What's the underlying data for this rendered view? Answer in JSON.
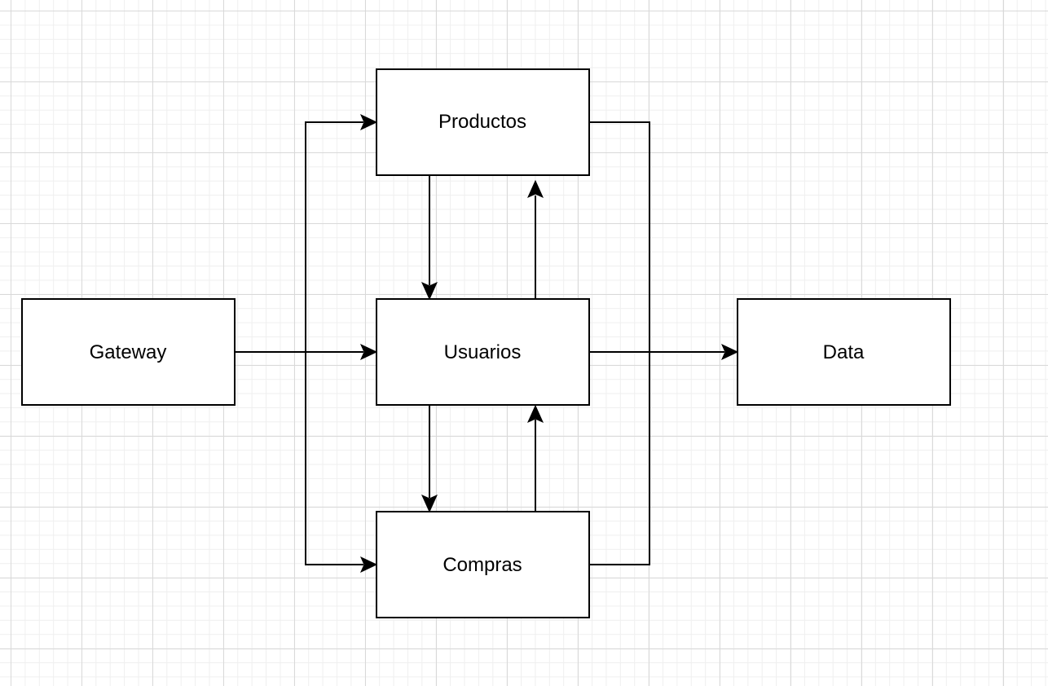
{
  "diagram": {
    "nodes": {
      "gateway": "Gateway",
      "productos": "Productos",
      "usuarios": "Usuarios",
      "compras": "Compras",
      "data": "Data"
    },
    "edges": [
      {
        "from": "gateway",
        "to": "productos"
      },
      {
        "from": "gateway",
        "to": "usuarios"
      },
      {
        "from": "gateway",
        "to": "compras"
      },
      {
        "from": "productos",
        "to": "usuarios"
      },
      {
        "from": "usuarios",
        "to": "productos"
      },
      {
        "from": "usuarios",
        "to": "compras"
      },
      {
        "from": "compras",
        "to": "usuarios"
      },
      {
        "from": "productos",
        "to": "data"
      },
      {
        "from": "usuarios",
        "to": "data"
      },
      {
        "from": "compras",
        "to": "data"
      }
    ],
    "colors": {
      "stroke": "#000000",
      "fill": "#ffffff",
      "grid": "#d9d9d9"
    }
  }
}
